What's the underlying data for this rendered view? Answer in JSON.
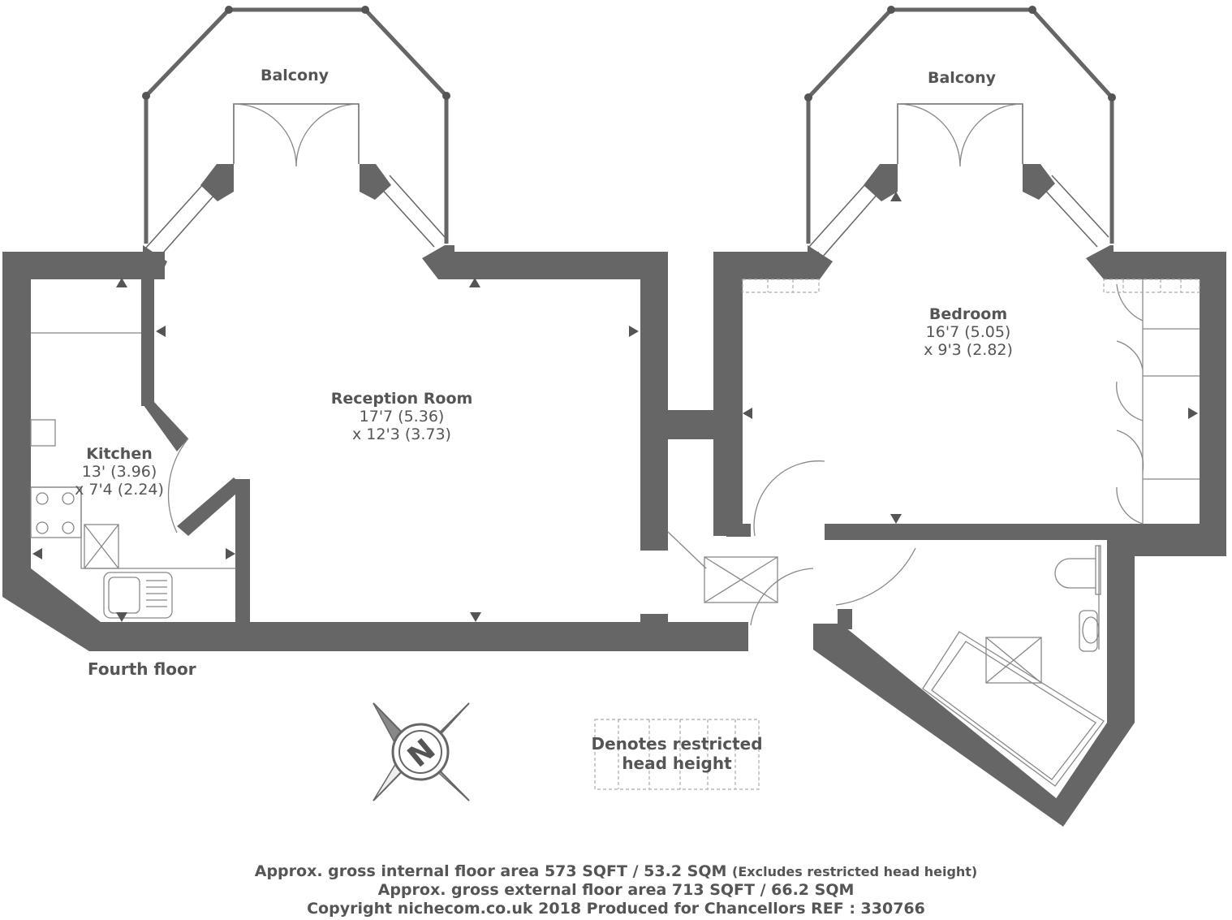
{
  "rooms": {
    "balcony_left": {
      "name": "Balcony"
    },
    "balcony_right": {
      "name": "Balcony"
    },
    "reception": {
      "name": "Reception Room",
      "dim1": "17'7 (5.36)",
      "dim2": "x 12'3 (3.73)"
    },
    "bedroom": {
      "name": "Bedroom",
      "dim1": "16'7 (5.05)",
      "dim2": "x 9'3 (2.82)"
    },
    "kitchen": {
      "name": "Kitchen",
      "dim1": "13' (3.96)",
      "dim2": "x 7'4 (2.24)"
    }
  },
  "floor_label": "Fourth floor",
  "compass": {
    "letter": "N",
    "icon": "compass-icon"
  },
  "legend": {
    "line1": "Denotes restricted",
    "line2": "head height"
  },
  "footer": {
    "internal_area": "Approx. gross internal floor area 573 SQFT / 53.2 SQM",
    "internal_note": "(Excludes restricted head height)",
    "external_area": "Approx. gross external floor area 713 SQFT / 66.2 SQM",
    "copyright": "Copyright nichecom.co.uk 2018 Produced for Chancellors REF : 330766"
  },
  "colors": {
    "wall": "#666666",
    "line": "#888888",
    "text": "#555555"
  }
}
